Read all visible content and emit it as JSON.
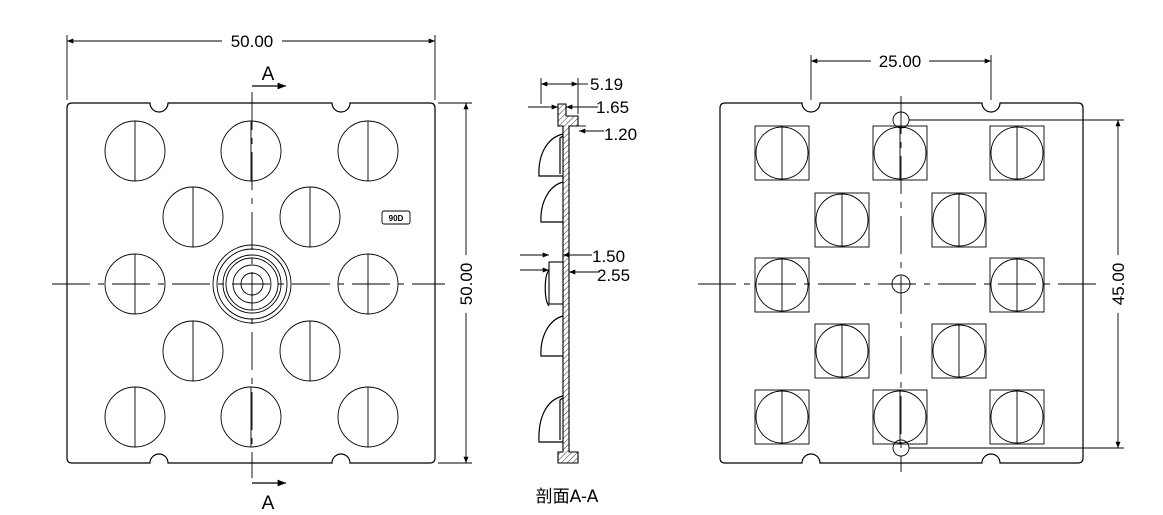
{
  "front_view": {
    "width_dim": "50.00",
    "height_dim": "50.00",
    "section_mark_top": "A",
    "section_mark_bottom": "A",
    "badge": "90D"
  },
  "section_view": {
    "dim_overall": "5.19",
    "dim_flange": "1.65",
    "dim_lip": "1.20",
    "dim_center_a": "1.50",
    "dim_center_b": "2.55",
    "caption": "剖面A-A"
  },
  "back_view": {
    "pitch_dim": "25.00",
    "height_dim": "45.00"
  }
}
